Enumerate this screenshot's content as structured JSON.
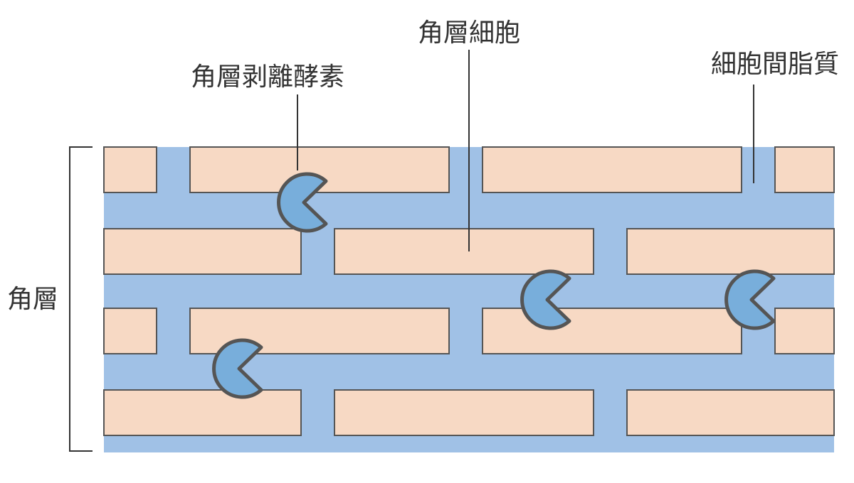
{
  "labels": {
    "enzyme": "角層剥離酵素",
    "corneocyte": "角層細胞",
    "lipid": "細胞間脂質",
    "stratum_corneum": "角層"
  },
  "colors": {
    "lipid": "#a0c1e6",
    "corneocyte": "#f7d9c4",
    "enzyme": "#78aedb",
    "outline": "#555555",
    "text": "#333333"
  }
}
